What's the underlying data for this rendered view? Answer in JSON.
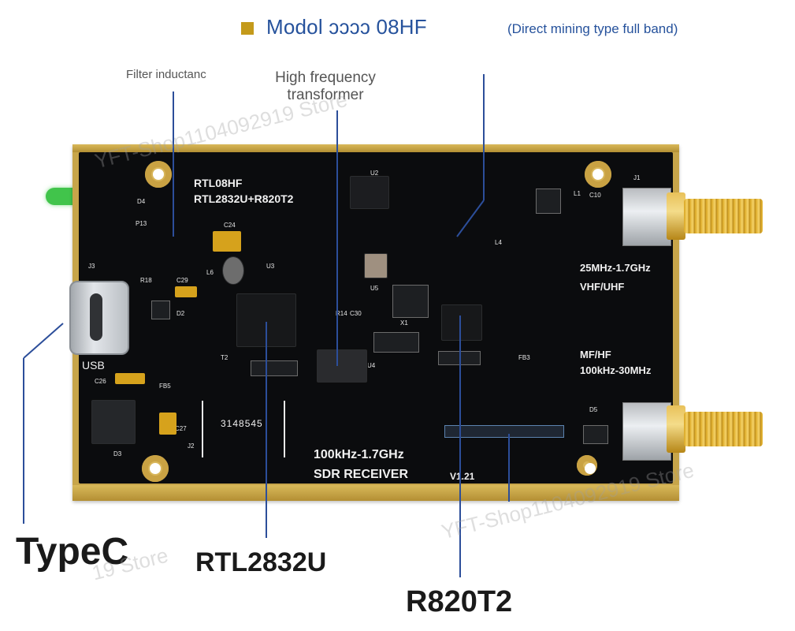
{
  "header": {
    "model_title": "Modol ɔɔɔɔ 08HF",
    "note": "(Direct mining type full band)"
  },
  "annotations": {
    "filter_inductance": "Filter inductanc",
    "hf_transformer_line1": "High frequency",
    "hf_transformer_line2": "transformer"
  },
  "board": {
    "silk_model": "RTL08HF",
    "silk_chips": "RTL2832U+R820T2",
    "silk_usb": "USB",
    "silk_vhf_range": "25MHz-1.7GHz",
    "silk_vhf_band": "VHF/UHF",
    "silk_mf_band": "MF/HF",
    "silk_mf_range": "100kHz-30MHz",
    "silk_freq": "100kHz-1.7GHz",
    "silk_sdr": "SDR RECEIVER",
    "silk_version": "V1.21",
    "silk_part_number": "3148545",
    "ref_designators": [
      "J3",
      "J1",
      "J2",
      "U2",
      "U3",
      "U4",
      "U5",
      "D3",
      "D4",
      "L1",
      "L4",
      "L6",
      "C24",
      "C26",
      "C27",
      "C29",
      "C10",
      "R14",
      "C30",
      "FB3",
      "FB5",
      "T2",
      "X1",
      "P13",
      "R18",
      "D2",
      "D5"
    ]
  },
  "labels": {
    "typec": "TypeC",
    "rtl2832u": "RTL2832U",
    "r820t2": "R820T2"
  },
  "watermark": {
    "line1": "YFT-Shop1104092919 Store",
    "line2": "19 Store"
  },
  "colors": {
    "title_blue": "#26529c",
    "legend_gold": "#c49a1b",
    "board_black": "#0b0c0e",
    "board_gold": "#c7a54a",
    "leader_blue": "#2c4e9a"
  }
}
